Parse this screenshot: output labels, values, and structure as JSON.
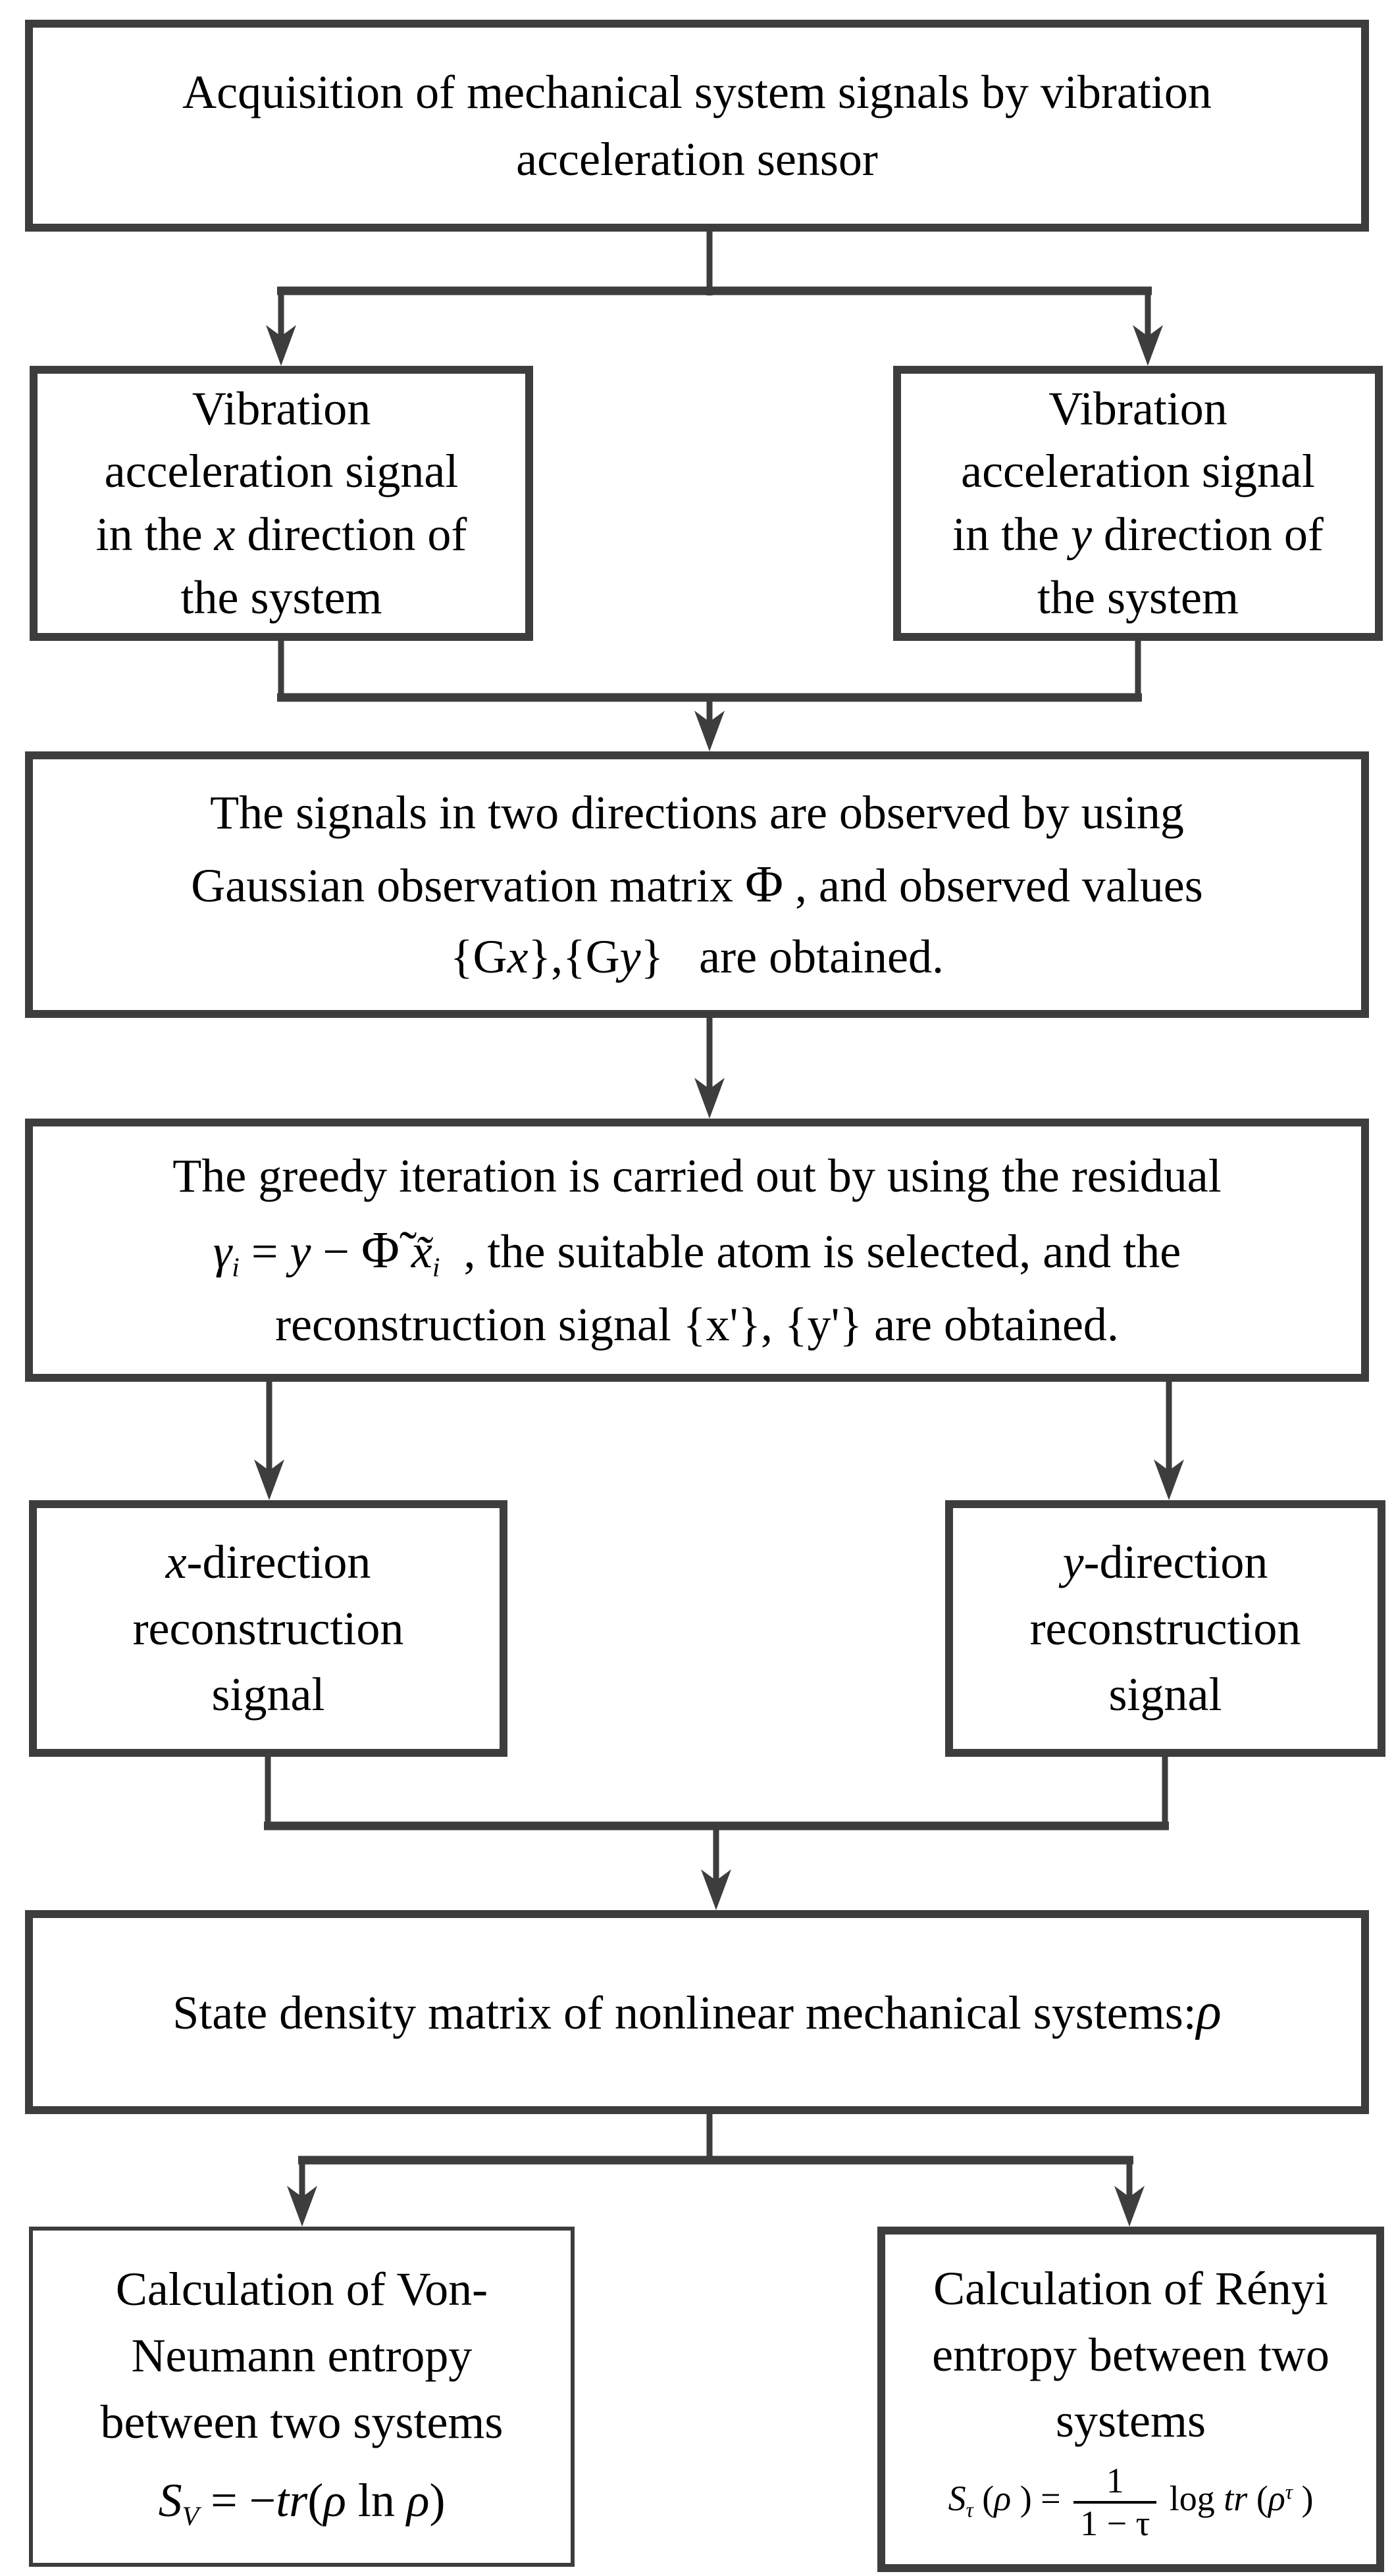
{
  "palette": {
    "line": "#3d3d3d",
    "text": "#000000",
    "background": "#ffffff"
  },
  "boxes": {
    "b1": {
      "title": "acquisition",
      "lines": [
        [
          {
            "t": "Acquisition of mechanical system signals by vibration"
          }
        ],
        [
          {
            "t": "acceleration sensor"
          }
        ]
      ]
    },
    "b2x": {
      "title": "vibration-x",
      "lines": [
        [
          {
            "t": "Vibration"
          }
        ],
        [
          {
            "t": "acceleration signal"
          }
        ],
        [
          {
            "t": "in the "
          },
          {
            "t": "x",
            "c": "i"
          },
          {
            "t": " direction of"
          }
        ],
        [
          {
            "t": "the system"
          }
        ]
      ]
    },
    "b2y": {
      "title": "vibration-y",
      "lines": [
        [
          {
            "t": "Vibration"
          }
        ],
        [
          {
            "t": "acceleration signal"
          }
        ],
        [
          {
            "t": "in the "
          },
          {
            "t": "y",
            "c": "i"
          },
          {
            "t": " direction of"
          }
        ],
        [
          {
            "t": "the system"
          }
        ]
      ]
    },
    "b3": {
      "title": "observation",
      "lines": [
        [
          {
            "t": "The signals in two directions are observed by using"
          }
        ],
        [
          {
            "t": "Gaussian observation matrix "
          },
          {
            "t": "Φ",
            "c": "lg"
          },
          {
            "t": " , and observed values"
          }
        ],
        [
          {
            "t": "{G"
          },
          {
            "t": "x",
            "c": "i"
          },
          {
            "t": "},{G"
          },
          {
            "t": "y",
            "c": "i"
          },
          {
            "t": "}  are obtained."
          }
        ]
      ]
    },
    "b4": {
      "title": "greedy-iteration",
      "lines": [
        [
          {
            "t": "The greedy iteration is carried out by using the residual"
          }
        ],
        [
          {
            "t": "γ",
            "c": "i"
          },
          {
            "t": "i",
            "c": "sub"
          },
          {
            "t": " = "
          },
          {
            "t": "y",
            "c": "i"
          },
          {
            "t": " − "
          },
          {
            "t": "Φ̃",
            "c": "lg"
          },
          {
            "t": " "
          },
          {
            "t": "x̃",
            "c": "i"
          },
          {
            "t": "i",
            "c": "sub"
          },
          {
            "t": " , the suitable atom is selected, and the"
          }
        ],
        [
          {
            "t": "reconstruction signal {x'}, {y'} are obtained."
          }
        ]
      ]
    },
    "b5x": {
      "title": "x-reconstruction",
      "lines": [
        [
          {
            "t": "x",
            "c": "i"
          },
          {
            "t": "-direction"
          }
        ],
        [
          {
            "t": "reconstruction"
          }
        ],
        [
          {
            "t": "signal"
          }
        ]
      ]
    },
    "b5y": {
      "title": "y-reconstruction",
      "lines": [
        [
          {
            "t": "y",
            "c": "i"
          },
          {
            "t": "-direction"
          }
        ],
        [
          {
            "t": "reconstruction"
          }
        ],
        [
          {
            "t": "signal"
          }
        ]
      ]
    },
    "b6": {
      "title": "state-density",
      "lines": [
        [
          {
            "t": "State density matrix of nonlinear mechanical systems:"
          },
          {
            "t": "ρ",
            "c": "i lg"
          }
        ]
      ]
    },
    "b7": {
      "title": "von-neumann",
      "lines": [
        [
          {
            "t": "Calculation of Von-"
          }
        ],
        [
          {
            "t": "Neumann entropy"
          }
        ],
        [
          {
            "t": "between two systems"
          }
        ]
      ],
      "formula": [
        [
          {
            "t": "S",
            "c": "i"
          },
          {
            "t": "V",
            "c": "sub"
          },
          {
            "t": " = −"
          },
          {
            "t": "tr",
            "c": "i"
          },
          {
            "t": "("
          },
          {
            "t": "ρ",
            "c": "i"
          },
          {
            "t": " ln "
          },
          {
            "t": "ρ",
            "c": "i"
          },
          {
            "t": ")"
          }
        ]
      ]
    },
    "b8": {
      "title": "renyi",
      "lines": [
        [
          {
            "t": "Calculation of Rényi"
          }
        ],
        [
          {
            "t": "entropy between two"
          }
        ],
        [
          {
            "t": "systems"
          }
        ]
      ],
      "formula": [
        [
          {
            "t": "S",
            "c": "i"
          },
          {
            "t": "τ",
            "c": "sub"
          },
          {
            "t": " ("
          },
          {
            "t": "ρ",
            "c": "i"
          },
          {
            "t": " ) = "
          },
          {
            "num": "1",
            "den": "1 − τ"
          },
          {
            "t": " log "
          },
          {
            "t": "tr",
            "c": "i"
          },
          {
            "t": " ("
          },
          {
            "t": "ρ",
            "c": "i"
          },
          {
            "t": "τ",
            "c": "sup"
          },
          {
            "t": " )"
          }
        ]
      ]
    }
  }
}
